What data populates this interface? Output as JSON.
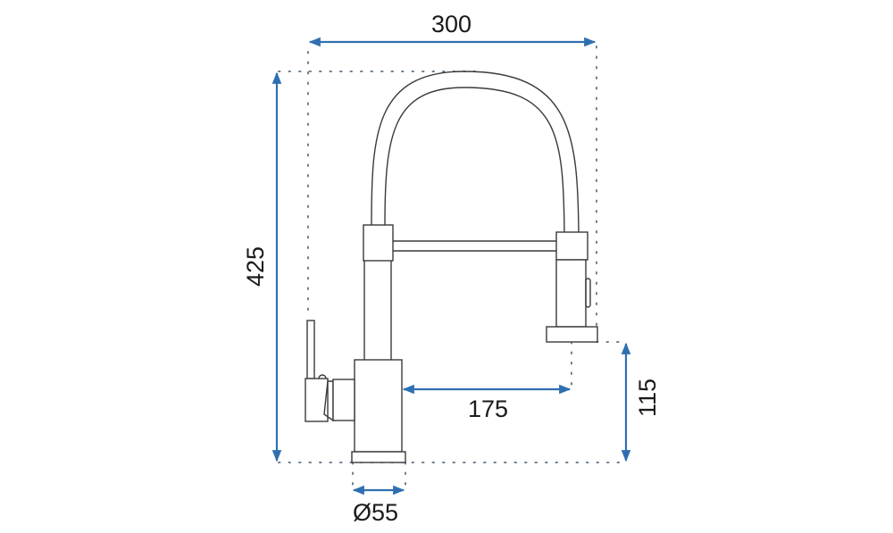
{
  "diagram": {
    "subject": "kitchen faucet with pull-down spring spout",
    "units": "mm",
    "colors": {
      "dimension_arrow": "#2f6fb0",
      "outline": "#3a3a3a",
      "guide_dots": "#6f7f8f",
      "text": "#1a1a1a"
    },
    "dimensions": {
      "total_width": {
        "label": "300",
        "orientation": "horizontal"
      },
      "total_height": {
        "label": "425",
        "orientation": "vertical"
      },
      "spout_reach": {
        "label": "175",
        "orientation": "horizontal"
      },
      "spout_clearance_height": {
        "label": "115",
        "orientation": "vertical"
      },
      "base_diameter": {
        "label": "Ø55",
        "orientation": "horizontal"
      }
    }
  }
}
